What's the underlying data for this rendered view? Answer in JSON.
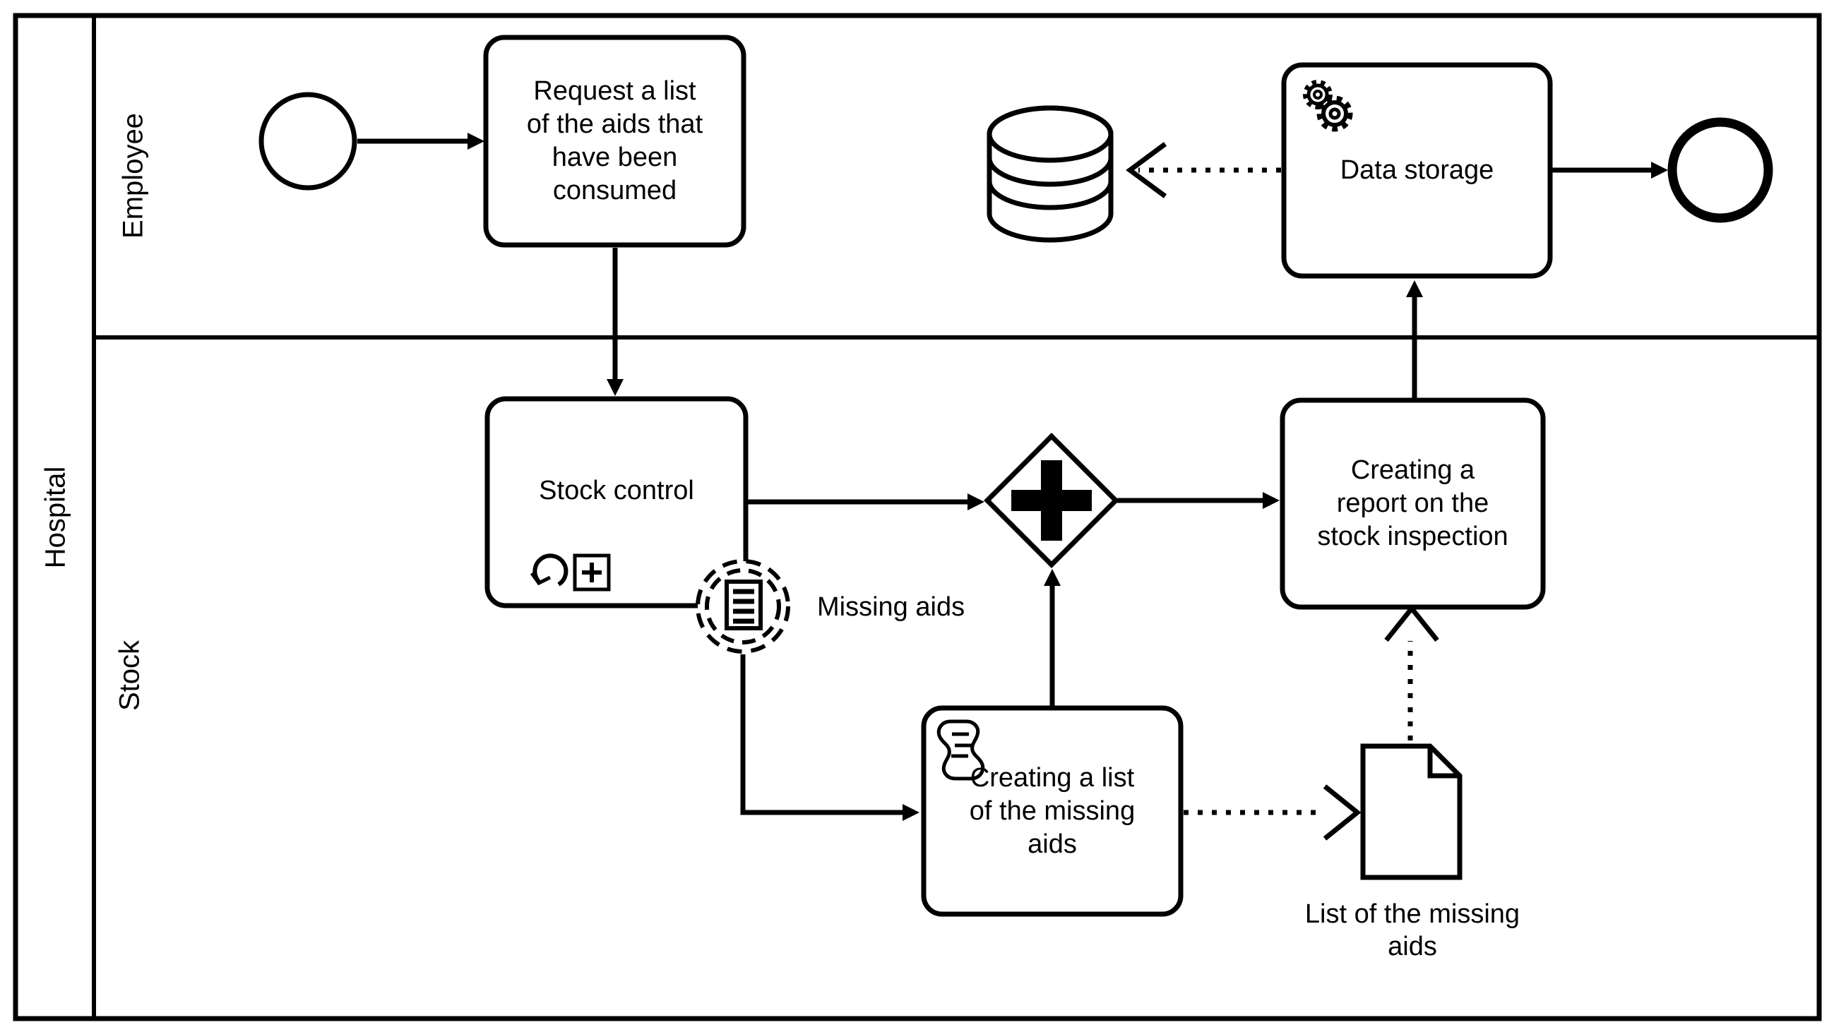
{
  "pool": {
    "label": "Hospital"
  },
  "lanes": {
    "employee": "Employee",
    "stock": "Stock"
  },
  "nodes": {
    "start_event": {
      "type": "start-event"
    },
    "task_request": {
      "label": "Request a list\nof the aids that\nhave been\nconsumed"
    },
    "data_store": {
      "type": "database-cylinder"
    },
    "task_data_storage": {
      "label": "Data storage",
      "marker": "gear-icon"
    },
    "end_event": {
      "type": "end-event"
    },
    "task_stock_control": {
      "label": "Stock control",
      "markers": [
        "loop-arrow-icon",
        "plus-square-icon"
      ]
    },
    "boundary_event_missing_aids": {
      "label": "Missing aids",
      "icon": "lined-document-icon"
    },
    "gateway_parallel": {
      "type": "parallel-gateway",
      "icon": "plus-icon"
    },
    "task_creating_report": {
      "label": "Creating a\nreport on the\nstock inspection"
    },
    "task_creating_list": {
      "label": "Creating a list\nof the missing\naids",
      "marker": "scroll-icon"
    },
    "data_object_list": {
      "label": "List of the missing\naids"
    }
  },
  "icons": {
    "service_task_marker": "gear-icon",
    "loop_marker": "loop-arrow-icon",
    "subprocess_marker": "plus-square-icon",
    "conditional_event": "lined-document-icon",
    "script_task_marker": "scroll-icon",
    "parallel_gateway": "plus-icon"
  },
  "colors": {
    "stroke": "#000000",
    "background": "#ffffff"
  }
}
